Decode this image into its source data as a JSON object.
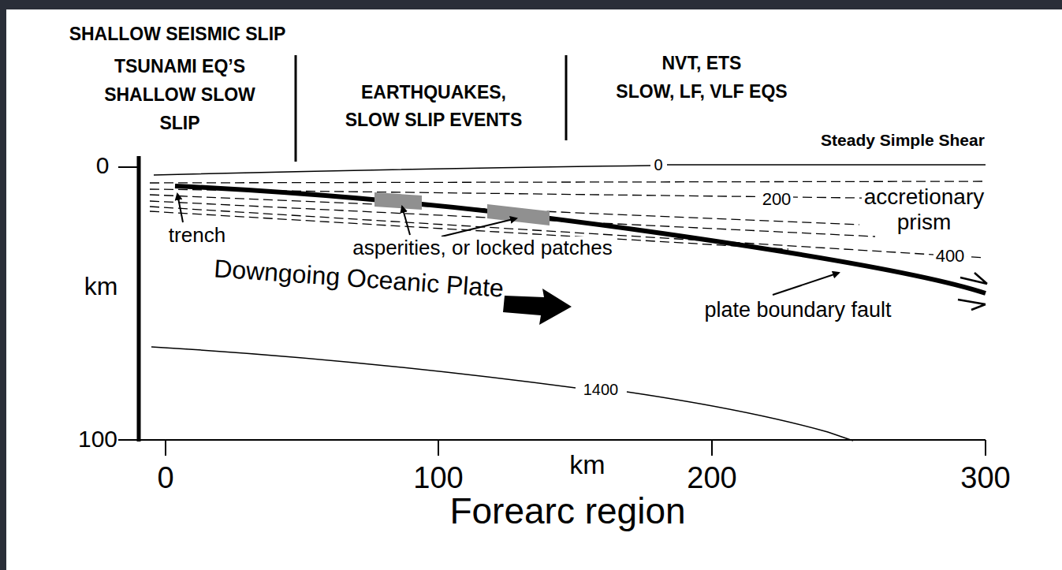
{
  "diagram": {
    "labels": [
      "SHALLOW SEISMIC SLIP",
      "TSUNAMI EQ’S SHALLOW SLOW SLIP",
      "EARTHQUAKES, SLOW SLIP EVENTS",
      "NVT, ETS SLOW, LF, VLF EQS",
      "Steady Simple Shear",
      "0",
      "km",
      "100",
      "0",
      "100",
      "km",
      "200",
      "300",
      "Forearc region",
      "0",
      "200",
      "400",
      "1400",
      "trench",
      "asperities, or locked patches",
      "Downgoing Oceanic Plate",
      "accretionary prism",
      "plate boundary fault"
    ]
  }
}
